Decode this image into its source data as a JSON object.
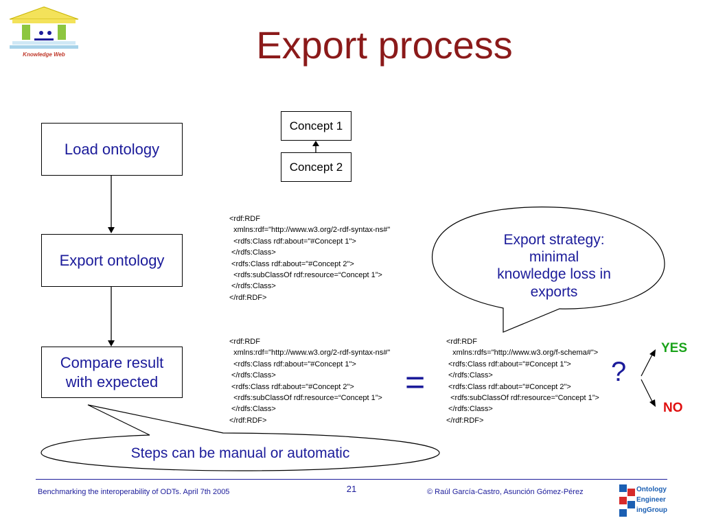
{
  "slide": {
    "title": "Export process",
    "logo_left_label": "Knowledge Web",
    "process_steps": [
      "Load ontology",
      "Export ontology",
      "Compare result\nwith expected"
    ],
    "concepts": [
      "Concept 1",
      "Concept 2"
    ],
    "rdf_code_top": "<rdf:RDF\n  xmlns:rdf=\"http://www.w3.org/2-rdf-syntax-ns#\"\n  <rdfs:Class rdf:about=\"#Concept 1\">\n </rdfs:Class>\n <rdfs:Class rdf:about=\"#Concept 2\">\n  <rdfs:subClassOf rdf:resource=“Concept 1”>\n </rdfs:Class>\n</rdf:RDF>",
    "rdf_code_mid": "<rdf:RDF\n  xmlns:rdf=\"http://www.w3.org/2-rdf-syntax-ns#\"\n  <rdfs:Class rdf:about=\"#Concept 1\">\n </rdfs:Class>\n <rdfs:Class rdf:about=\"#Concept 2\">\n  <rdfs:subClassOf rdf:resource=“Concept 1”>\n </rdfs:Class>\n</rdf:RDF>",
    "rdf_code_right": "<rdf:RDF\n   xmlns:rdfs=\"http://www.w3.org/f-schema#\">\n <rdfs:Class rdf:about=\"#Concept 1\">\n </rdfs:Class>\n <rdfs:Class rdf:about=\"#Concept 2\">\n  <rdfs:subClassOf rdf:resource=“Concept 1”>\n </rdfs:Class>\n</rdf:RDF>",
    "equals_sign": "=",
    "question_mark": "?",
    "yes_label": "YES",
    "no_label": "NO",
    "callout_strategy": "Export strategy:\nminimal\nknowledge loss in\nexports",
    "callout_steps": "Steps can be manual or automatic",
    "footer_left": "Benchmarking the interoperability of ODTs. April 7th 2005",
    "page_number": "21",
    "footer_right": "© Raúl García-Castro, Asunción Gómez-Pérez",
    "logo_right_lines": [
      "Ontology",
      "Engineer",
      "ingGroup"
    ]
  },
  "colors": {
    "title": "#8b1a1a",
    "text_blue": "#1b1b9a",
    "yes": "#1aa31a",
    "no": "#e01010"
  }
}
